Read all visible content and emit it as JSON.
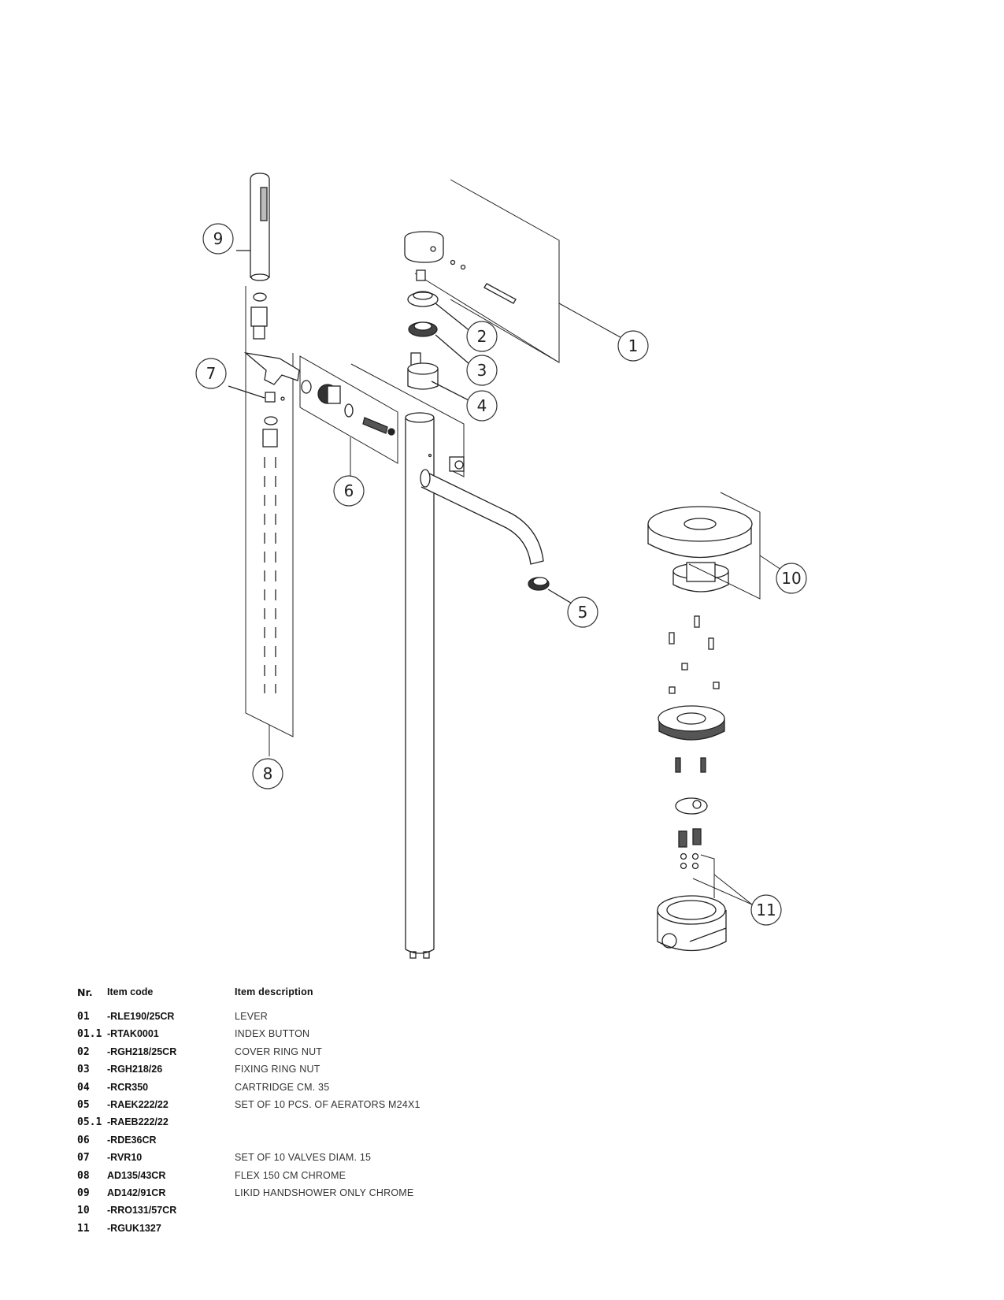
{
  "callouts": [
    "1",
    "2",
    "3",
    "4",
    "5",
    "6",
    "7",
    "8",
    "9",
    "10",
    "11"
  ],
  "table": {
    "headers": {
      "nr": "Nr.",
      "code": "Item code",
      "desc": "Item description"
    },
    "rows": [
      {
        "nr": "01",
        "code": "-RLE190/25CR",
        "desc": "LEVER"
      },
      {
        "nr": "01.1",
        "code": "-RTAK0001",
        "desc": "INDEX BUTTON"
      },
      {
        "nr": "02",
        "code": "-RGH218/25CR",
        "desc": "COVER RING NUT"
      },
      {
        "nr": "03",
        "code": "-RGH218/26",
        "desc": "FIXING RING NUT"
      },
      {
        "nr": "04",
        "code": "-RCR350",
        "desc": "CARTRIDGE CM. 35"
      },
      {
        "nr": "05",
        "code": "-RAEK222/22",
        "desc": "SET OF 10 PCS. OF AERATORS M24X1"
      },
      {
        "nr": "05.1",
        "code": "-RAEB222/22",
        "desc": ""
      },
      {
        "nr": "06",
        "code": "-RDE36CR",
        "desc": ""
      },
      {
        "nr": "07",
        "code": "-RVR10",
        "desc": "SET OF 10 VALVES DIAM. 15"
      },
      {
        "nr": "08",
        "code": "AD135/43CR",
        "desc": "FLEX 150 CM CHROME"
      },
      {
        "nr": "09",
        "code": "AD142/91CR",
        "desc": "LIKID HANDSHOWER ONLY CHROME"
      },
      {
        "nr": "10",
        "code": "-RRO131/57CR",
        "desc": ""
      },
      {
        "nr": "11",
        "code": "-RGUK1327",
        "desc": ""
      }
    ]
  }
}
